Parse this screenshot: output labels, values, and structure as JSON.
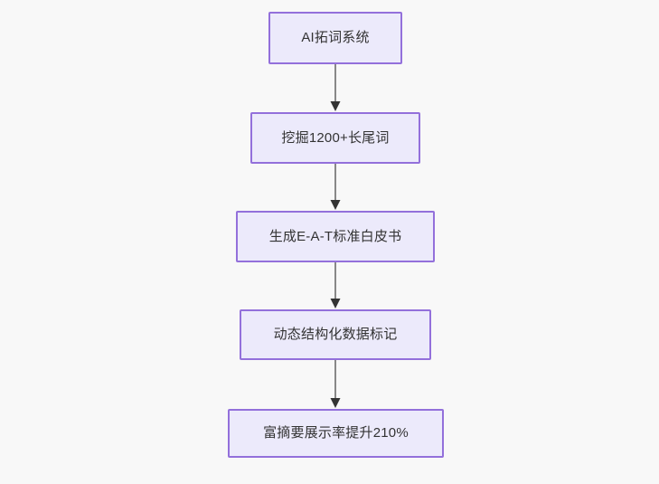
{
  "diagram": {
    "type": "flowchart",
    "orientation": "top-to-bottom",
    "background_color": "#f8f8f8",
    "node_fill_color": "#ECEAFB",
    "node_border_color": "#9370DB",
    "node_text_color": "#333333",
    "edge_line_color": "#888888",
    "edge_arrow_color": "#333333",
    "nodes": [
      {
        "id": "node-0",
        "label": "AI拓词系统"
      },
      {
        "id": "node-1",
        "label": "挖掘1200+长尾词"
      },
      {
        "id": "node-2",
        "label": "生成E-A-T标准白皮书"
      },
      {
        "id": "node-3",
        "label": "动态结构化数据标记"
      },
      {
        "id": "node-4",
        "label": "富摘要展示率提升210%"
      }
    ],
    "edges": [
      {
        "id": "edge-0",
        "from": "node-0",
        "to": "node-1",
        "label": "",
        "arrow": "arrow-down-icon"
      },
      {
        "id": "edge-1",
        "from": "node-1",
        "to": "node-2",
        "label": "",
        "arrow": "arrow-down-icon"
      },
      {
        "id": "edge-2",
        "from": "node-2",
        "to": "node-3",
        "label": "",
        "arrow": "arrow-down-icon"
      },
      {
        "id": "edge-3",
        "from": "node-3",
        "to": "node-4",
        "label": "",
        "arrow": "arrow-down-icon"
      }
    ]
  }
}
